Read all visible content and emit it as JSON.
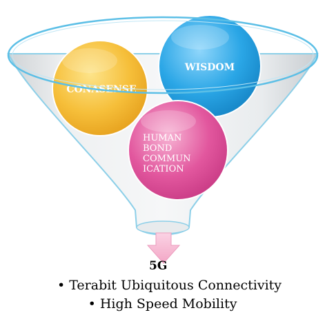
{
  "funnel": {
    "circles": [
      {
        "label_lines": [
          "CONASENSE"
        ],
        "color": "#f2b233"
      },
      {
        "label_lines": [
          "WISDOM"
        ],
        "color": "#2aa6e6"
      },
      {
        "label_lines": [
          "HUMAN",
          "BOND",
          "COMMUN",
          "ICATION"
        ],
        "color": "#e2579e"
      }
    ],
    "output_label": "5G"
  },
  "bullets": [
    {
      "marker": "•",
      "text": "Terabit Ubiquitous Connectivity"
    },
    {
      "marker": "•",
      "text": "High Speed Mobility"
    }
  ]
}
